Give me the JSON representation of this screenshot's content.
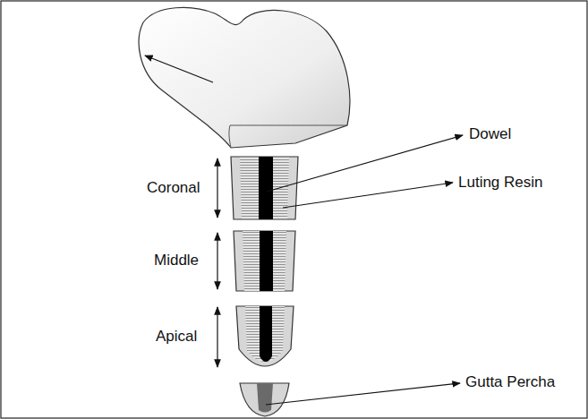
{
  "diagram": {
    "labels": [
      "Dowel",
      "Luting Resin",
      "Coronal",
      "Middle",
      "Apical",
      "Gutta Percha"
    ]
  }
}
